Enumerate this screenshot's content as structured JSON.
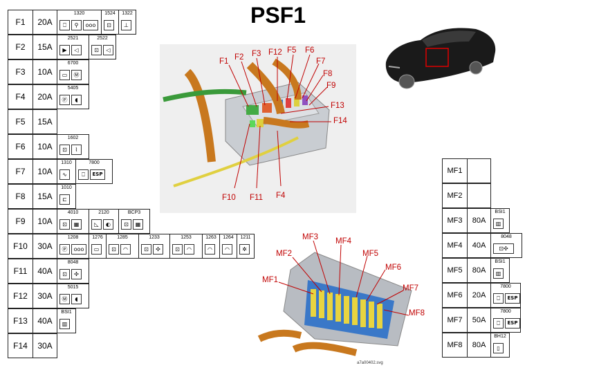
{
  "title": "PSF1",
  "fuses": [
    {
      "id": "F1",
      "amp": "20A",
      "comps": [
        {
          "code": "1320",
          "icons": [
            "connector-icon",
            "injector-icon",
            "coil-icon"
          ],
          "glyphs": [
            "⎕",
            "⚲",
            "ooo"
          ]
        },
        {
          "code": "1524",
          "icons": [
            "relay-icon"
          ],
          "glyphs": [
            "⊡"
          ]
        },
        {
          "code": "1322",
          "icons": [
            "sensor-icon"
          ],
          "glyphs": [
            "⊥"
          ]
        }
      ]
    },
    {
      "id": "F2",
      "amp": "15A",
      "comps": [
        {
          "code": "2521",
          "icons": [
            "horn-icon",
            "speaker-icon"
          ],
          "glyphs": [
            "▶",
            "◁"
          ]
        },
        {
          "code": "2522",
          "icons": [
            "relay-icon",
            "horn-icon"
          ],
          "glyphs": [
            "⊡",
            "◁"
          ]
        }
      ]
    },
    {
      "id": "F3",
      "amp": "10A",
      "comps": [
        {
          "code": "6700",
          "icons": [
            "display-icon",
            "motor-icon"
          ],
          "glyphs": [
            "▭",
            "Ⓜ"
          ]
        }
      ]
    },
    {
      "id": "F4",
      "amp": "20A",
      "comps": [
        {
          "code": "5405",
          "icons": [
            "pump-icon",
            "wiper-icon"
          ],
          "glyphs": [
            "Ⓟ",
            "◖"
          ]
        }
      ]
    },
    {
      "id": "F5",
      "amp": "15A",
      "comps": []
    },
    {
      "id": "F6",
      "amp": "10A",
      "comps": [
        {
          "code": "1602",
          "icons": [
            "switch-icon",
            "sensor-icon"
          ],
          "glyphs": [
            "⊡",
            "⌇"
          ]
        }
      ]
    },
    {
      "id": "F7",
      "amp": "10A",
      "comps": [
        {
          "code": "1310",
          "icons": [
            "waveform-icon"
          ],
          "glyphs": [
            "∿"
          ]
        },
        {
          "code": "7800",
          "icons": [
            "connector-icon"
          ],
          "glyphs": [
            "⎕"
          ],
          "label": "ESP"
        }
      ]
    },
    {
      "id": "F8",
      "amp": "15A",
      "comps": [
        {
          "code": "1010",
          "icons": [
            "starter-icon"
          ],
          "glyphs": [
            "⊏"
          ]
        }
      ]
    },
    {
      "id": "F9",
      "amp": "10A",
      "comps": [
        {
          "code": "4010",
          "icons": [
            "switch-icon",
            "heater-icon"
          ],
          "glyphs": [
            "⊡",
            "▦"
          ]
        },
        {
          "code": "2120",
          "icons": [
            "lamp-icon",
            "headlight-icon"
          ],
          "glyphs": [
            "◺",
            "◐"
          ]
        },
        {
          "code": "BCP3",
          "icons": [
            "relay-icon",
            "heater-icon"
          ],
          "glyphs": [
            "⊡",
            "▦"
          ]
        }
      ]
    },
    {
      "id": "F10",
      "amp": "30A",
      "comps": [
        {
          "code": "1208",
          "icons": [
            "pump-icon",
            "coil-icon"
          ],
          "glyphs": [
            "Ⓟ",
            "ooo"
          ]
        },
        {
          "code": "1276",
          "icons": [
            "heater-icon"
          ],
          "glyphs": [
            "▭"
          ]
        },
        {
          "code": "1285",
          "icons": [
            "switch-icon",
            "valve-icon"
          ],
          "glyphs": [
            "⊡",
            "◠"
          ]
        },
        {
          "code": "1233",
          "icons": [
            "switch-icon",
            "fan-icon"
          ],
          "glyphs": [
            "⊡",
            "✣"
          ]
        },
        {
          "code": "1253",
          "icons": [
            "switch-icon",
            "valve-icon"
          ],
          "glyphs": [
            "⊡",
            "◠"
          ]
        },
        {
          "code": "1263",
          "icons": [
            "valve-icon"
          ],
          "glyphs": [
            "◠"
          ]
        },
        {
          "code": "1264",
          "icons": [
            "valve-icon"
          ],
          "glyphs": [
            "◠"
          ]
        },
        {
          "code": "1211",
          "icons": [
            "fan-icon"
          ],
          "glyphs": [
            "✲"
          ]
        }
      ]
    },
    {
      "id": "F11",
      "amp": "40A",
      "comps": [
        {
          "code": "8048",
          "icons": [
            "relay-icon",
            "fan-icon"
          ],
          "glyphs": [
            "⊡",
            "✣"
          ]
        }
      ]
    },
    {
      "id": "F12",
      "amp": "30A",
      "comps": [
        {
          "code": "5015",
          "icons": [
            "motor-icon",
            "wiper-icon"
          ],
          "glyphs": [
            "Ⓜ",
            "◖"
          ]
        }
      ]
    },
    {
      "id": "F13",
      "amp": "40A",
      "comps": [
        {
          "code": "BSI1",
          "icons": [
            "module-icon"
          ],
          "glyphs": [
            "▥"
          ]
        }
      ]
    },
    {
      "id": "F14",
      "amp": "30A",
      "comps": []
    }
  ],
  "maxi_fuses": [
    {
      "id": "MF1",
      "amp": "",
      "code": "",
      "icon": "",
      "glyph": ""
    },
    {
      "id": "MF2",
      "amp": "",
      "code": "",
      "icon": "",
      "glyph": ""
    },
    {
      "id": "MF3",
      "amp": "80A",
      "code": "BSI1",
      "icon": "module-icon",
      "glyph": "▥"
    },
    {
      "id": "MF4",
      "amp": "40A",
      "code": "8048",
      "icon": "relay-icon",
      "glyph": "⊡✣"
    },
    {
      "id": "MF5",
      "amp": "80A",
      "code": "BSI1",
      "icon": "module-icon",
      "glyph": "▥"
    },
    {
      "id": "MF6",
      "amp": "20A",
      "code": "7800",
      "icon": "connector-icon",
      "glyph": "⎕",
      "label": "ESP"
    },
    {
      "id": "MF7",
      "amp": "50A",
      "code": "7800",
      "icon": "connector-icon",
      "glyph": "⎕",
      "label": "ESP"
    },
    {
      "id": "MF8",
      "amp": "80A",
      "code": "BH12",
      "icon": "fuse-icon",
      "glyph": "▯"
    }
  ],
  "box_labels": {
    "F1": "F1",
    "F2": "F2",
    "F3": "F3",
    "F12": "F12",
    "F5": "F5",
    "F6": "F6",
    "F7": "F7",
    "F8": "F8",
    "F9": "F9",
    "F13": "F13",
    "F14": "F14",
    "F10": "F10",
    "F11": "F11",
    "F4": "F4"
  },
  "maxi_labels": {
    "MF1": "MF1",
    "MF2": "MF2",
    "MF3": "MF3",
    "MF4": "MF4",
    "MF5": "MF5",
    "MF6": "MF6",
    "MF7": "MF7",
    "MF8": "MF8"
  },
  "caption": "a7a00402.svg",
  "colors": {
    "label_red": "#c00000",
    "harness_orange": "#c8781e",
    "wire_green": "#3a9a3a",
    "wire_yellow": "#e0d040",
    "fuse_blue": "#3a78c8",
    "fuse_yellow": "#e8d440",
    "car_body": "#1a1a1a"
  }
}
